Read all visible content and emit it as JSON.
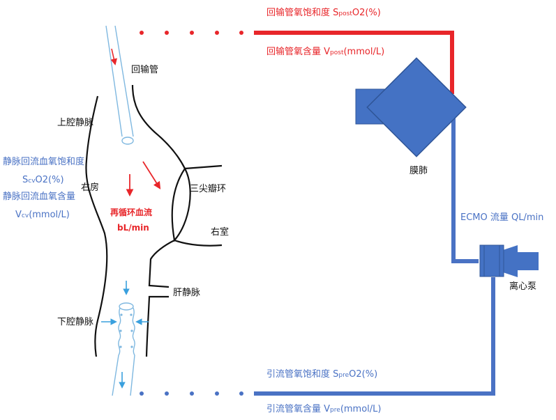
{
  "colors": {
    "return_line": "#e8262a",
    "drainage_line": "#4a72c4",
    "device_fill": "#4472c4",
    "cannula_stroke": "#7fb8e0",
    "arrow_light_blue": "#3aa0de",
    "anatomy_stroke": "#111111"
  },
  "labels": {
    "return_cannula": "回输管",
    "svc": "上腔静脉",
    "right_atrium": "右房",
    "tricuspid": "三尖瓣环",
    "right_ventricle": "右室",
    "hepatic_vein": "肝静脉",
    "ivc": "下腔静脉",
    "oxygenator": "膜肺",
    "pump": "离心泵"
  },
  "return_sat": {
    "text": "回输管氧饱和度 ",
    "sym": "S",
    "sub": "post",
    "unit": "O2(%)"
  },
  "return_content": {
    "text": "回输管氧含量 ",
    "sym": "V",
    "sub": "post",
    "unit": "(mmol/L)"
  },
  "venous_sat_title": "静脉回流血氧饱和度",
  "venous_sat": {
    "sym": "S",
    "sub": "cv",
    "unit": "O2(%)"
  },
  "venous_content_title": "静脉回流血氧含量",
  "venous_content": {
    "sym": "V",
    "sub": "cv",
    "unit": "(mmol/L)"
  },
  "recirculation": {
    "line1": "再循环血流",
    "line2": "bL/min"
  },
  "ecmo_flow": "ECMO 流量 QL/min",
  "drain_sat": {
    "text": "引流管氧饱和度 ",
    "sym": "S",
    "sub": "pre",
    "unit": "O2(%)"
  },
  "drain_content": {
    "text": "引流管氧含量 ",
    "sym": "V",
    "sub": "pre",
    "unit": "(mmol/L)"
  }
}
